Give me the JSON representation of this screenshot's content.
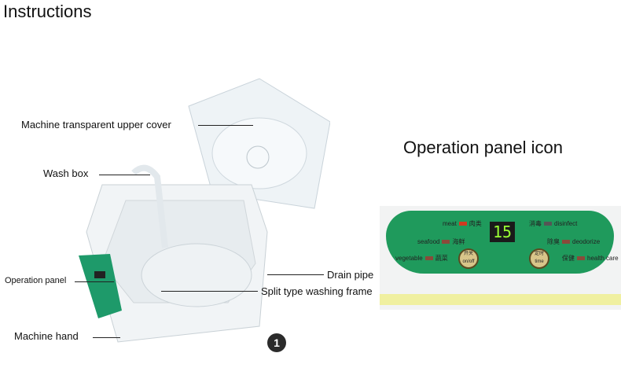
{
  "title": "Instructions",
  "labels": {
    "cover": "Machine transparent upper cover",
    "wash_box": "Wash box",
    "operation_panel": "Operation panel",
    "machine_hand": "Machine hand",
    "drain_pipe": "Drain pipe",
    "split_frame": "Split type washing frame"
  },
  "panel_title": "Operation panel icon",
  "panel": {
    "display": "15",
    "left": [
      {
        "en": "meat",
        "zh": "肉类"
      },
      {
        "en": "seafood",
        "zh": "海鲜"
      },
      {
        "en": "vegetable",
        "zh": "蔬菜"
      }
    ],
    "right": [
      {
        "zh": "消毒",
        "en": "disinfect"
      },
      {
        "zh": "除臭",
        "en": "deodorize"
      },
      {
        "zh": "保健",
        "en": "health care"
      }
    ],
    "power_button": {
      "zh": "开关",
      "en": "on/off"
    },
    "timer_button": {
      "zh": "定时",
      "en": "time"
    }
  },
  "badge": "1"
}
